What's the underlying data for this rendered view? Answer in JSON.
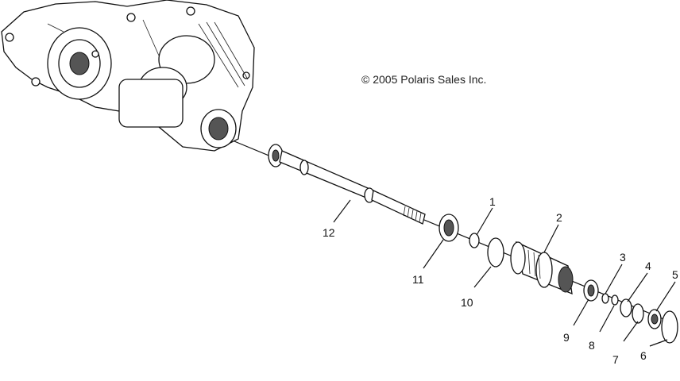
{
  "copyright": "© 2005 Polaris Sales Inc.",
  "callouts": {
    "c1": "1",
    "c2": "2",
    "c3": "3",
    "c4": "4",
    "c5": "5",
    "c6": "6",
    "c7": "7",
    "c8": "8",
    "c9": "9",
    "c10": "10",
    "c11": "11",
    "c12": "12"
  }
}
